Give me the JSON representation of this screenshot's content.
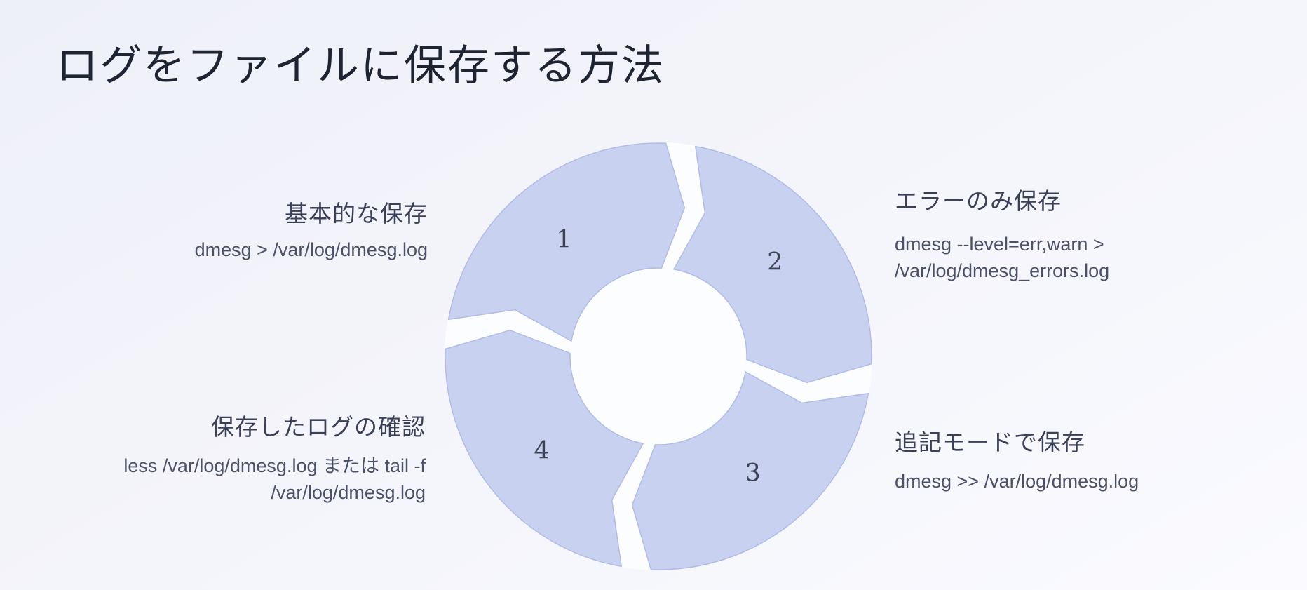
{
  "title": "ログをファイルに保存する方法",
  "colors": {
    "background": "#f2f3fa",
    "segment_fill": "#c9d1f1",
    "segment_stroke": "#b1bbe8",
    "gap_fill": "#fcfdff",
    "number_color": "#3d4254",
    "title_color": "#1f2433",
    "heading_color": "#3a4057",
    "command_color": "#4a5168"
  },
  "diagram": {
    "type": "cycle",
    "direction": "clockwise",
    "steps": [
      {
        "number": "1",
        "heading": "基本的な保存",
        "command": "dmesg > /var/log/dmesg.log",
        "command_lines": [
          "dmesg > /var/log/dmesg.log"
        ]
      },
      {
        "number": "2",
        "heading": "エラーのみ保存",
        "command": "dmesg --level=err,warn > /var/log/dmesg_errors.log",
        "command_lines": [
          "dmesg --level=err,warn >",
          "/var/log/dmesg_errors.log"
        ]
      },
      {
        "number": "3",
        "heading": "追記モードで保存",
        "command": "dmesg >> /var/log/dmesg.log",
        "command_lines": [
          "dmesg >> /var/log/dmesg.log"
        ]
      },
      {
        "number": "4",
        "heading": "保存したログの確認",
        "command": "less /var/log/dmesg.log または tail -f /var/log/dmesg.log",
        "command_lines": [
          "less /var/log/dmesg.log または tail -f",
          "/var/log/dmesg.log"
        ]
      }
    ]
  }
}
